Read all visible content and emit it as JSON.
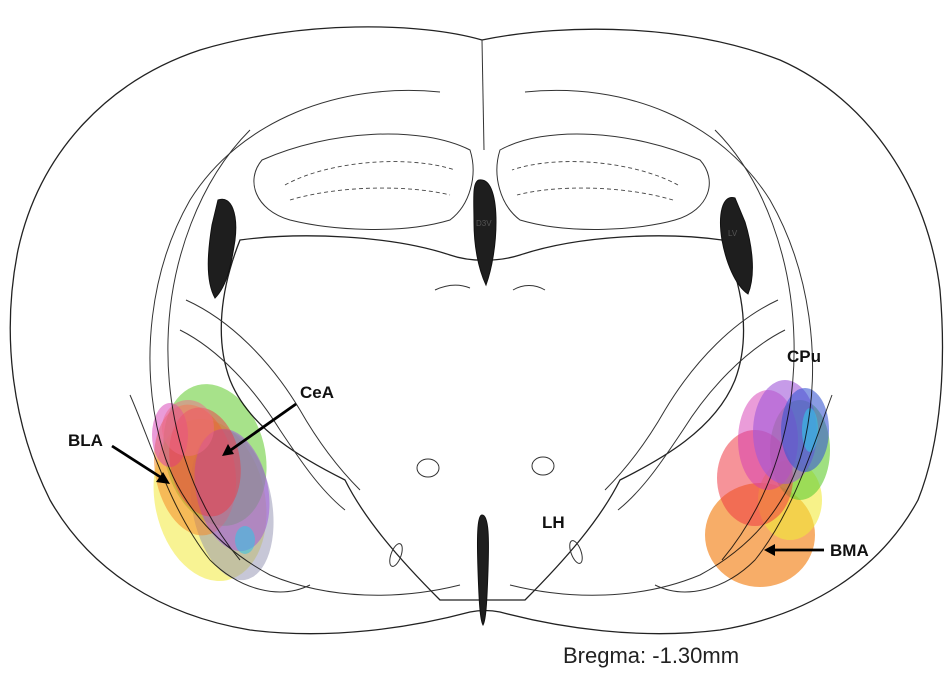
{
  "labels": {
    "bla": "BLA",
    "cea": "CeA",
    "cpu": "CPu",
    "lh": "LH",
    "bma": "BMA",
    "d3v": "D3V",
    "lv": "LV"
  },
  "caption": "Bregma: -1.30mm",
  "lesion_colors": {
    "green": "#6ccf3c",
    "red": "#ee3a45",
    "orange": "#f48a28",
    "yellow": "#f2ea3a",
    "purple": "#a058d8",
    "magenta": "#d63ab4",
    "blue": "#3a58d2",
    "cyan": "#32c4e6",
    "pink": "#f06a8a",
    "gray": "#9090b0"
  }
}
